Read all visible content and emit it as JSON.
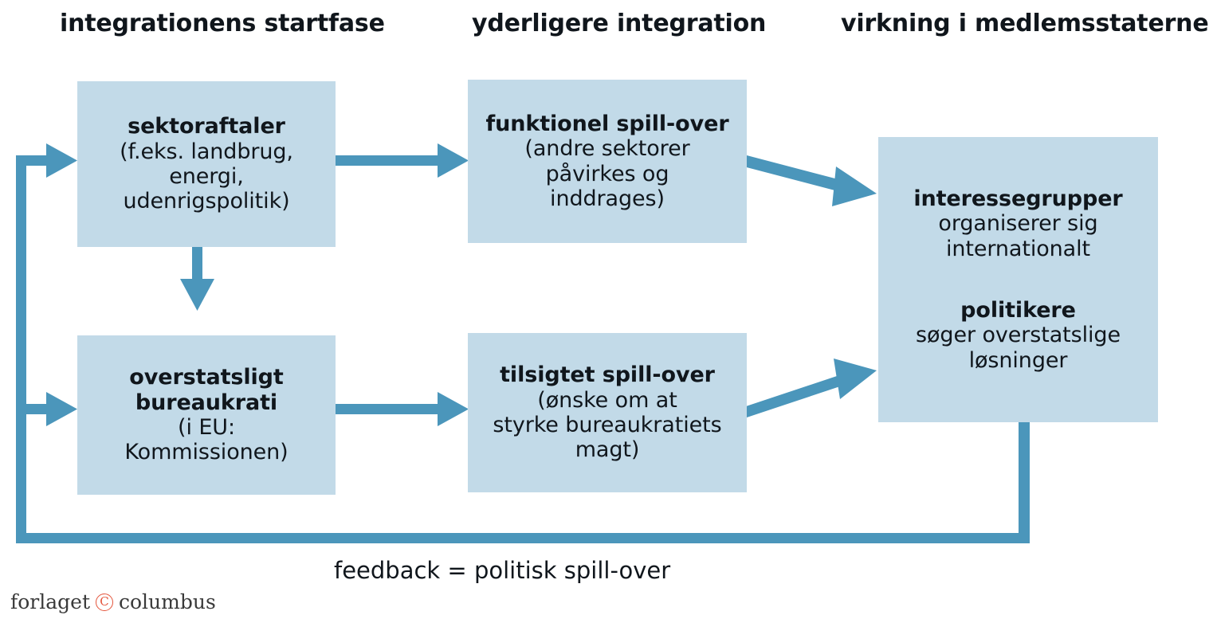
{
  "headers": [
    {
      "label": "integrationens startfase"
    },
    {
      "label": "yderligere integration"
    },
    {
      "label": "virkning i medlemsstaterne"
    }
  ],
  "nodes": {
    "sektoraftaler": {
      "title": "sektoraftaler",
      "lines": [
        "(f.eks. landbrug,",
        "energi,",
        "udenrigspolitik)"
      ]
    },
    "overstatsligt_bureaukrati": {
      "title_line1": "overstatsligt",
      "title_line2": "bureaukrati",
      "lines": [
        "(i EU:",
        "Kommissionen)"
      ]
    },
    "funktionel_spillover": {
      "title": "funktionel spill-over",
      "lines": [
        "(andre sektorer",
        "påvirkes og",
        "inddrages)"
      ]
    },
    "tilsigtet_spillover": {
      "title": "tilsigtet spill-over",
      "lines": [
        "(ønske om at",
        "styrke bureaukratiets",
        "magt)"
      ]
    },
    "virkning": {
      "group1_title": "interessegrupper",
      "group1_lines": [
        "organiserer sig",
        "internationalt"
      ],
      "group2_title": "politikere",
      "group2_lines": [
        "søger overstatslige",
        "løsninger"
      ]
    }
  },
  "caption": "feedback = politisk spill-over",
  "logo": {
    "prefix": "forlaget",
    "mark": "C",
    "suffix": "columbus"
  },
  "colors": {
    "box_fill": "#c2dae8",
    "arrow": "#4b96bb",
    "text": "#10161c",
    "logo_mark": "#e4553c"
  }
}
